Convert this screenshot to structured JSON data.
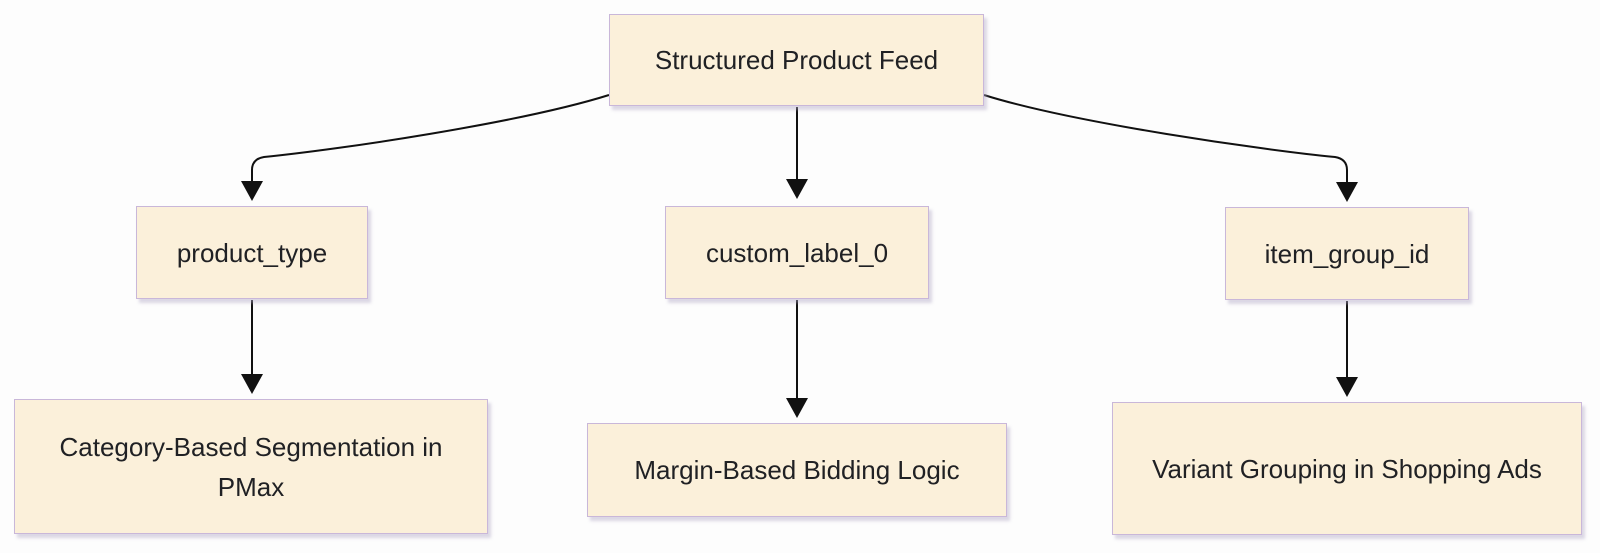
{
  "diagram": {
    "kind": "flowchart",
    "direction": "top-down",
    "nodes": {
      "root": {
        "label": "Structured Product Feed"
      },
      "product_type": {
        "label": "product_type"
      },
      "custom_label_0": {
        "label": "custom_label_0"
      },
      "item_group_id": {
        "label": "item_group_id"
      },
      "pmax": {
        "label": "Category-Based Segmentation in PMax"
      },
      "bidding": {
        "label": "Margin-Based Bidding Logic"
      },
      "variant": {
        "label": "Variant Grouping in Shopping Ads"
      }
    },
    "edges": [
      {
        "from": "Structured Product Feed",
        "to": "product_type",
        "arrow": "solid-triangle"
      },
      {
        "from": "Structured Product Feed",
        "to": "custom_label_0",
        "arrow": "solid-triangle"
      },
      {
        "from": "Structured Product Feed",
        "to": "item_group_id",
        "arrow": "solid-triangle"
      },
      {
        "from": "product_type",
        "to": "Category-Based Segmentation in PMax",
        "arrow": "solid-triangle"
      },
      {
        "from": "custom_label_0",
        "to": "Margin-Based Bidding Logic",
        "arrow": "solid-triangle"
      },
      {
        "from": "item_group_id",
        "to": "Variant Grouping in Shopping Ads",
        "arrow": "solid-triangle"
      }
    ],
    "colors": {
      "node_fill": "#fbf0da",
      "node_border": "#c9b7d9",
      "edge": "#111111",
      "text": "#202124",
      "background": "#fdfdfd"
    }
  }
}
